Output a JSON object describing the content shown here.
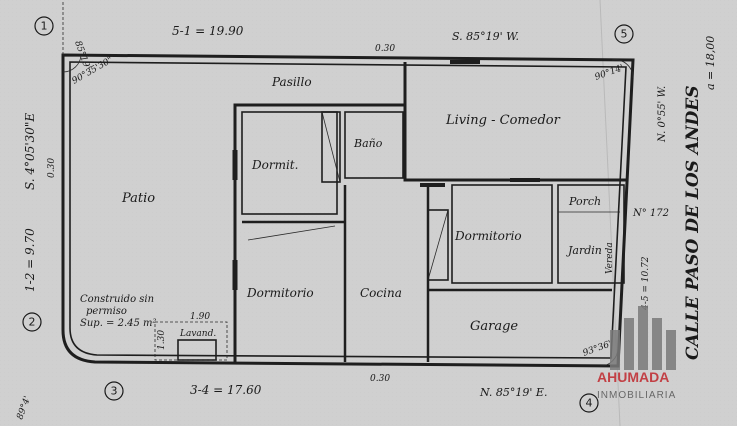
{
  "rooms": {
    "pasillo": "Pasillo",
    "living": "Living - Comedor",
    "dormit": "Dormit.",
    "bano": "Baño",
    "patio": "Patio",
    "dormitorio_right": "Dormitorio",
    "porch": "Porch",
    "jardin": "Jardin",
    "dormitorio_left": "Dormitorio",
    "cocina": "Cocina",
    "garage": "Garage",
    "lavand": "Lavand.",
    "vereda": "Vereda"
  },
  "boundary": {
    "side_5_1": "5-1 = 19.90",
    "bearing_top": "S. 85°19' W.",
    "side_1_2": "1-2 = 9.70",
    "bearing_left": "S. 4°05'30\"E",
    "side_3_4": "3-4 = 17.60",
    "bearing_bottom": "N. 85°19' E.",
    "bearing_right": "N. 0°55' W.",
    "street": "CALLE PASO DE LOS ANDES",
    "street_width": "a = 18,00",
    "side_4_5": "4-5 = 10.72",
    "wall_030_top": "0.30",
    "wall_030_left": "0.30",
    "wall_030_bottom": "0.30",
    "angle_1": "85°19'",
    "angle_1b": "90°35'30\"",
    "angle_5": "90°14'",
    "angle_4": "93°36'",
    "corner_bottom_left": "89°4'"
  },
  "vertices": [
    "1",
    "2",
    "3",
    "4",
    "5"
  ],
  "house_number": "N° 172",
  "addition": {
    "line1": "Construido sin",
    "line2": "permiso",
    "line3": "Sup. = 2.45 m²",
    "dim_1": "1.90",
    "dim_2": "1.30"
  },
  "watermark": {
    "brand": "AHUMADA",
    "sub": "INMOBILIARIA"
  }
}
